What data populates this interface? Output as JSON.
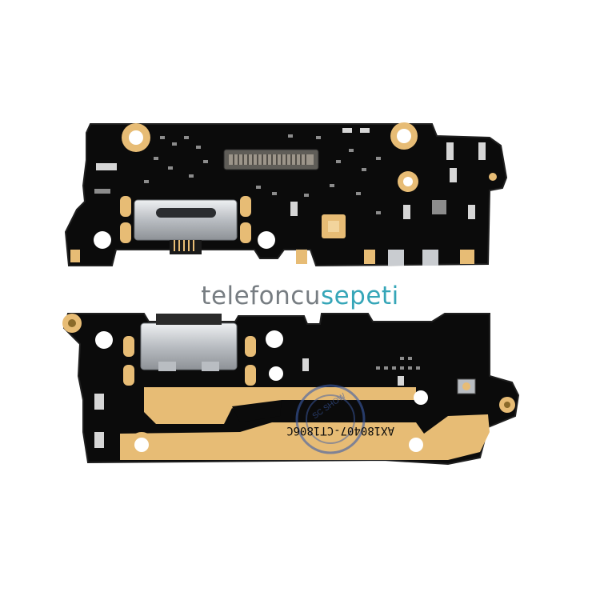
{
  "watermark": {
    "part1": "telefoncu",
    "part2": "sepeti"
  },
  "board_marking": "AX180407-CT1806C",
  "stamp_text": "SC SHOW",
  "colors": {
    "background": "#ffffff",
    "pcb": "#0b0b0b",
    "gold": "#e7bc75",
    "gold_dark": "#c9974a",
    "connector": "#c9ccd0",
    "watermark_gray": "#777d82",
    "watermark_teal": "#36a6b8"
  },
  "icons": [
    "usb-c-port",
    "flex-cable-connector",
    "microphone-component",
    "mounting-hole"
  ]
}
